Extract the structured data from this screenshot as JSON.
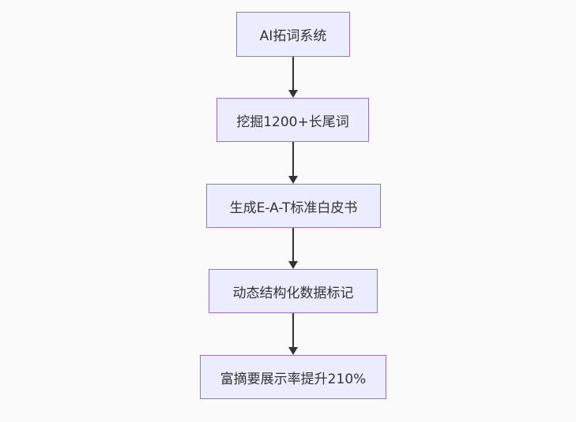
{
  "diagram": {
    "type": "flowchart",
    "direction": "top-down",
    "nodes": [
      {
        "id": "ai-expansion-system",
        "label": "AI拓词系统"
      },
      {
        "id": "mine-longtail-keywords",
        "label": "挖掘1200+长尾词"
      },
      {
        "id": "generate-eat-whitepaper",
        "label": "生成E-A-T标准白皮书"
      },
      {
        "id": "dynamic-structured-data-markup",
        "label": "动态结构化数据标记"
      },
      {
        "id": "rich-snippet-rate-up",
        "label": "富摘要展示率提升210%"
      }
    ],
    "edges": [
      {
        "from": "ai-expansion-system",
        "to": "mine-longtail-keywords"
      },
      {
        "from": "mine-longtail-keywords",
        "to": "generate-eat-whitepaper"
      },
      {
        "from": "generate-eat-whitepaper",
        "to": "dynamic-structured-data-markup"
      },
      {
        "from": "dynamic-structured-data-markup",
        "to": "rich-snippet-rate-up"
      }
    ],
    "colors": {
      "background": "#fafafa",
      "node_fill": "#ececff",
      "node_border": "#9370db",
      "node_text": "#333333",
      "arrow": "#333333"
    }
  }
}
